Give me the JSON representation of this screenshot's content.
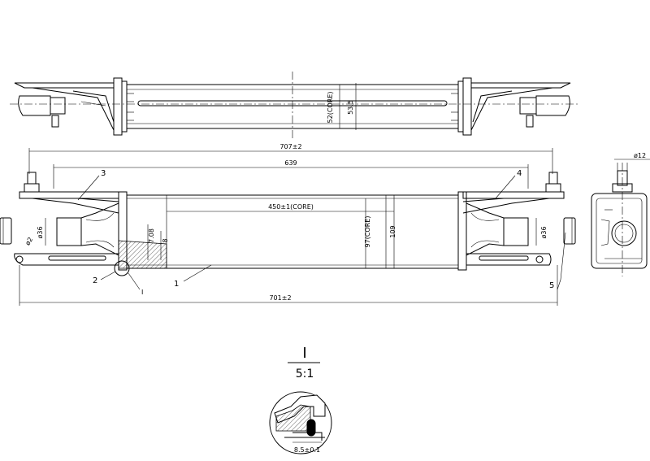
{
  "dimensions": {
    "core_height_top": "52(CORE)",
    "height_top": "53.5",
    "overall_length_upper": "707±2",
    "mount_span": "639",
    "core_length": "450±1(CORE)",
    "core_height": "97(CORE)",
    "overall_height": "109",
    "overall_length_lower": "701±2",
    "pipe_dia_left": "ø36",
    "pipe_dia_right": "ø36",
    "hole_dia": "ø2",
    "pin_dia": "ø12",
    "tank_offset_1": "7.08",
    "tank_offset_2": "8",
    "seal_width": "8.5±0.1"
  },
  "callouts": {
    "c1": "1",
    "c2": "2",
    "c3": "3",
    "c4": "4",
    "c5": "5",
    "detail_ref": "I"
  },
  "detail": {
    "label": "I",
    "scale": "5:1"
  }
}
